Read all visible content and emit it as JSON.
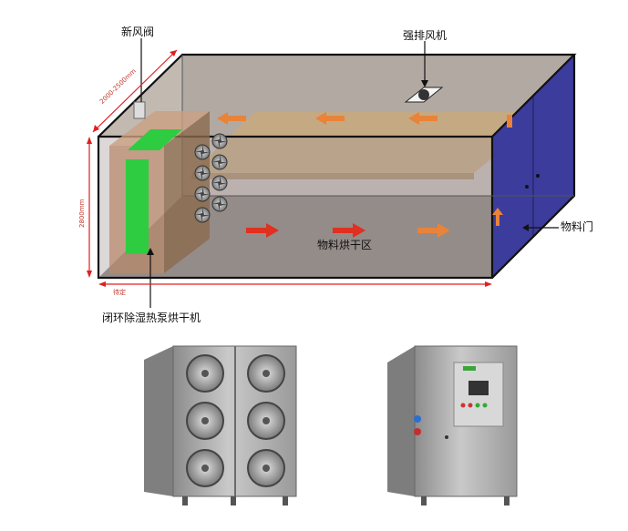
{
  "labels": {
    "fresh_air_valve": "新风阀",
    "exhaust_fan": "强排风机",
    "material_door": "物料门",
    "drying_zone": "物料烘干区",
    "heat_pump_dryer": "闭环除湿热泵烘干机"
  },
  "dimensions": {
    "depth": "2000-2500mm",
    "height": "2800mm",
    "length": "待定"
  },
  "colors": {
    "room_top": "#b3a99c",
    "room_floor": "#8f8a86",
    "door_side": "#3c3c9c",
    "dryer_panel": "#2ecc40",
    "dimension_line": "#e02020",
    "hot_arrow": "#e03020",
    "return_arrow": "#e8833a"
  },
  "icons": [
    "fan-icon",
    "arrow-right-icon",
    "arrow-left-icon",
    "arrow-up-icon",
    "door-handle-icon"
  ]
}
